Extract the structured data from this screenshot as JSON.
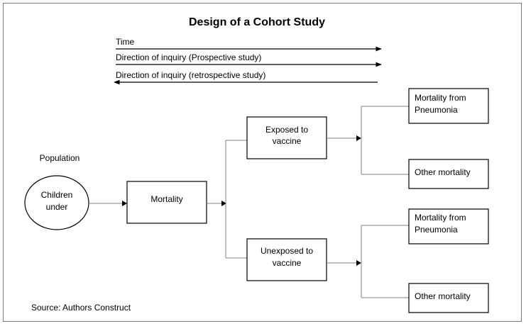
{
  "title": "Design of a Cohort Study",
  "arrows": {
    "time": "Time",
    "prospective": "Direction of inquiry (Prospective study)",
    "retrospective": "Direction of inquiry (retrospective study)"
  },
  "population_label": "Population",
  "population": {
    "line1": "Children",
    "line2": "under"
  },
  "mortality": "Mortality",
  "exposed": {
    "line1": "Exposed to",
    "line2": "vaccine"
  },
  "unexposed": {
    "line1": "Unexposed to",
    "line2": "vaccine"
  },
  "outcomes": {
    "pneumonia_line1": "Mortality from",
    "pneumonia_line2": "Pneumonia",
    "other": "Other mortality"
  },
  "source": "Source: Authors Construct"
}
